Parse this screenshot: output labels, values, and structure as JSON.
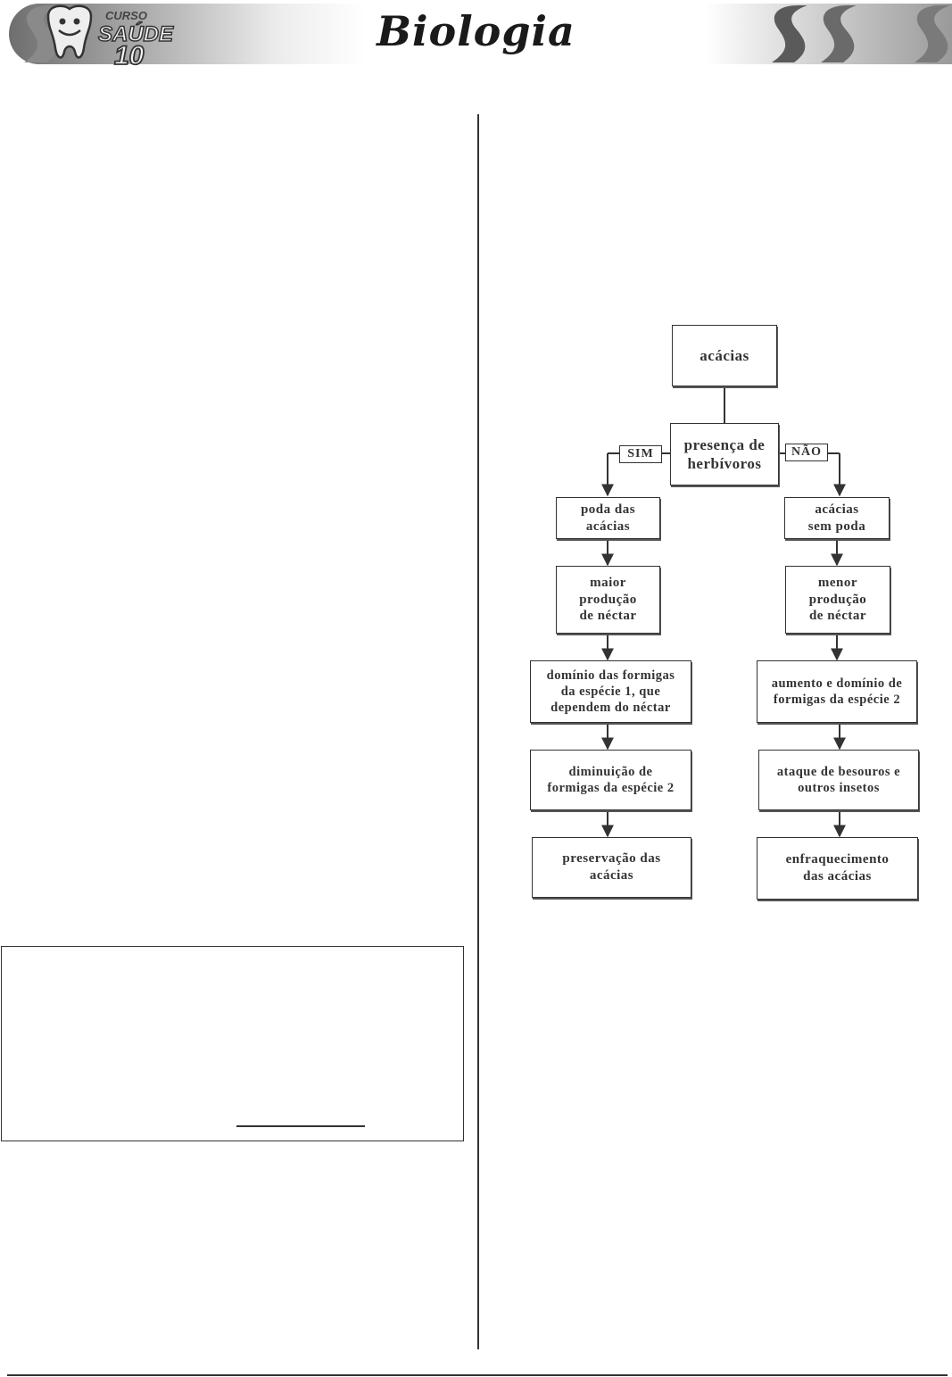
{
  "header": {
    "logo_text": "CURSO SAÚDE 10",
    "title": "Biologia"
  },
  "flowchart": {
    "root": "acácias",
    "question": "presença de\nherbívoros",
    "yes_label": "SIM",
    "no_label": "NÃO",
    "left_branch": [
      "poda das\nacácias",
      "maior\nprodução\nde néctar",
      "domínio das formigas\nda espécie 1, que\ndependem do néctar",
      "diminuição de\nformigas da espécie 2",
      "preservação das\nacácias"
    ],
    "right_branch": [
      "acácias\nsem poda",
      "menor\nprodução\nde néctar",
      "aumento e domínio de\nformigas da espécie 2",
      "ataque de besouros e\noutros insetos",
      "enfraquecimento\ndas acácias"
    ]
  }
}
